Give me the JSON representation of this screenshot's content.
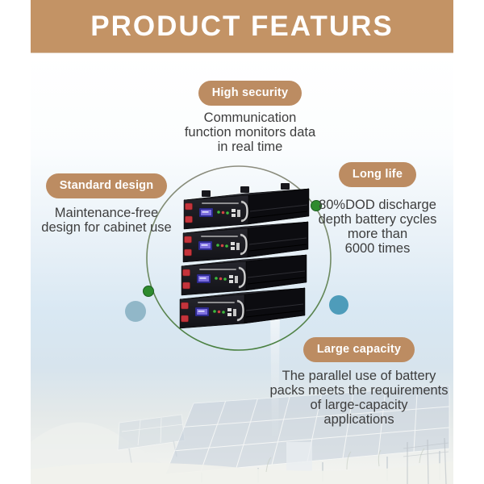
{
  "header": {
    "title": "PRODUCT FEATURS"
  },
  "features": {
    "high_security": {
      "label": "High security",
      "lines": [
        "Communication",
        "function monitors data",
        "in real time"
      ]
    },
    "standard_design": {
      "label": "Standard design",
      "lines": [
        "Maintenance-free",
        "design for cabinet use"
      ]
    },
    "long_life": {
      "label": "Long life",
      "lines": [
        "80%DOD discharge",
        "depth battery cycles",
        "more than",
        "6000 times"
      ]
    },
    "large_capacity": {
      "label": "Large capacity",
      "lines": [
        "The parallel use of battery",
        "packs meets the requirements",
        "of large-capacity",
        "applications"
      ]
    }
  },
  "colors": {
    "banner_bg": "#c39365",
    "pill_bg": "#bc8c62",
    "body_text": "#3d3d3d",
    "connector_dot_green": "#2e8b2e",
    "accent_teal": "#4e9cba",
    "accent_teal_light": "#91b7c8"
  },
  "illustration": {
    "battery_module_count": 4
  }
}
